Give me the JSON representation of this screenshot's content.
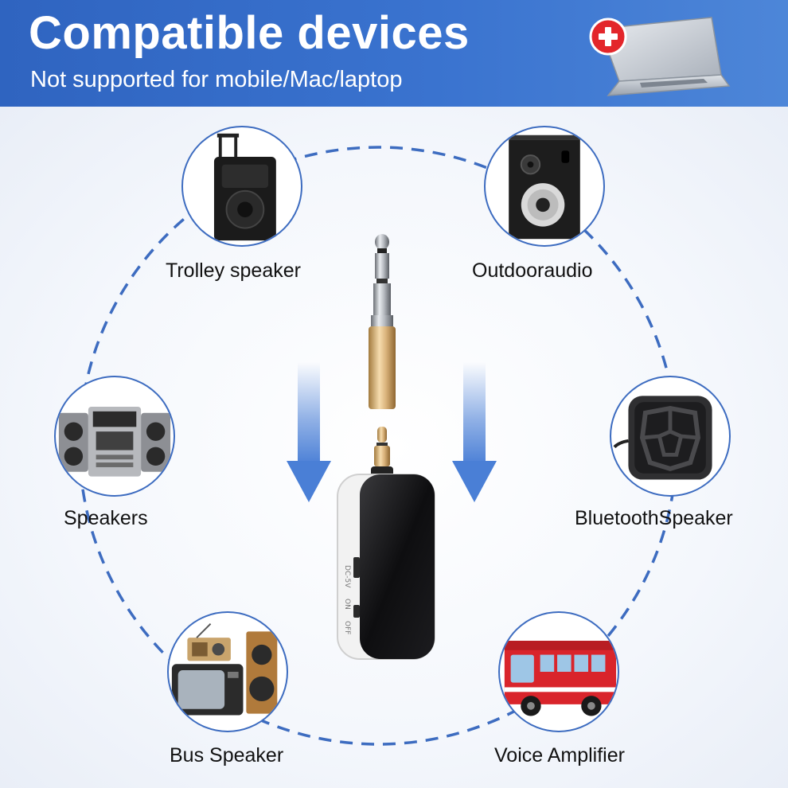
{
  "banner": {
    "title": "Compatible devices",
    "subtitle": "Not supported for mobile/Mac/laptop",
    "icon": "laptop-not-supported-icon"
  },
  "devices": [
    {
      "label": "Trolley speaker",
      "icon": "trolley-speaker-icon"
    },
    {
      "label": "Outdooraudio",
      "icon": "bookshelf-speaker-icon"
    },
    {
      "label": "Speakers",
      "icon": "stereo-system-icon"
    },
    {
      "label": "BluetoothSpeaker",
      "icon": "bluetooth-speaker-icon"
    },
    {
      "label": "Bus Speaker",
      "icon": "retro-tv-radio-icon"
    },
    {
      "label": "Voice Amplifier",
      "icon": "red-bus-icon"
    }
  ],
  "receiver": {
    "markings": [
      "DC-5V",
      "ON",
      "OFF"
    ]
  },
  "colors": {
    "banner": "#3a73cf",
    "accent": "#3d6cc0",
    "arrow": "#4a7fd6"
  }
}
